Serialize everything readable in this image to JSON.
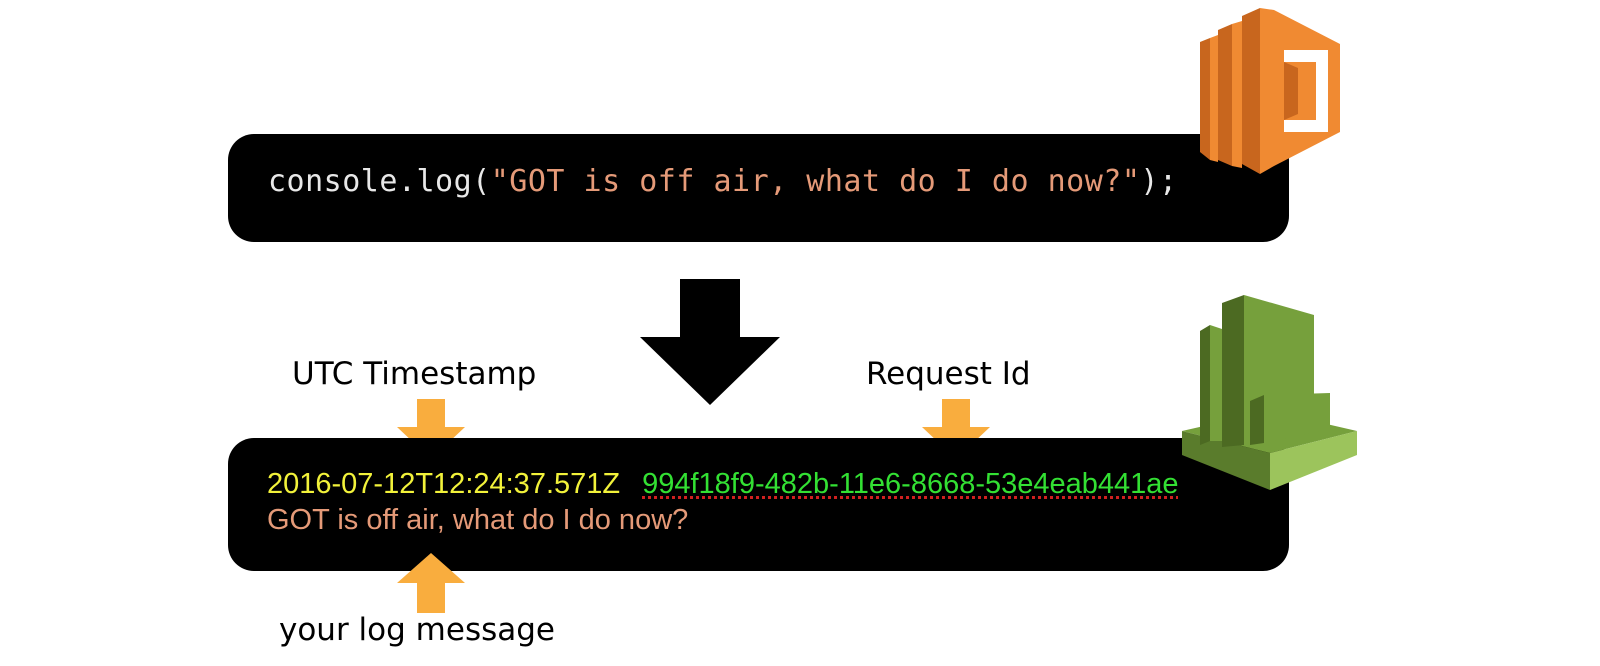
{
  "code": {
    "prefix": "console.log(",
    "string": "\"GOT is off air, what do I do now?\"",
    "suffix": ");"
  },
  "log": {
    "timestamp": "2016-07-12T12:24:37.571Z",
    "request_id": "994f18f9-482b-11e6-8668-53e4eab441ae",
    "message": "GOT is off air, what do I do now?"
  },
  "labels": {
    "utc_timestamp": "UTC Timestamp",
    "request_id": "Request Id",
    "your_log_message": "your log message"
  },
  "icons": {
    "lambda": "aws-lambda-icon",
    "cloudwatch": "aws-cloudwatch-icon",
    "flow_arrow": "arrow-down-icon",
    "pointer_arrows": "orange-arrow-icon"
  },
  "colors": {
    "panel_bg": "#000000",
    "code_text": "#e8e8e8",
    "code_string": "#e59a78",
    "timestamp": "#f2f23a",
    "request_id": "#33e033",
    "log_message": "#e59a78",
    "pointer_arrow": "#f9ad3e",
    "lambda_orange": "#f08a32",
    "cloudwatch_green": "#76a03c"
  }
}
